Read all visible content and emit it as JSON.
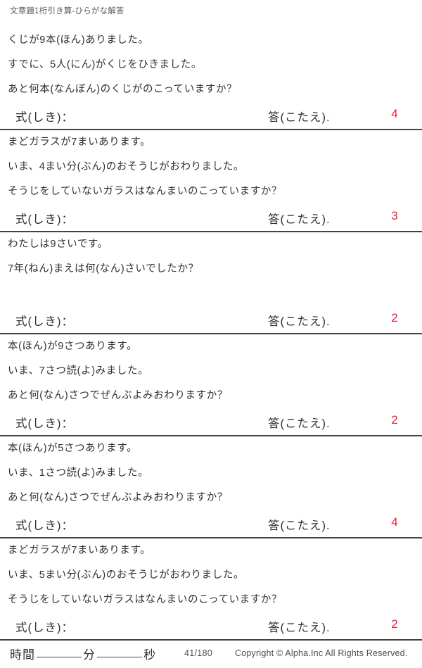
{
  "document": {
    "title": "文章題1桁引き算-ひらがな解答"
  },
  "labels": {
    "shiki": "式(しき)：",
    "kotae": "答(こたえ)."
  },
  "problems": [
    {
      "lines": [
        "くじが9本(ほん)ありました。",
        "すでに、5人(にん)がくじをひきました。",
        "あと何本(なんぼん)のくじがのこっていますか？"
      ],
      "answer": "4"
    },
    {
      "lines": [
        "まどガラスが7まいあります。",
        "いま、4まい分(ぶん)のおそうじがおわりました。",
        "そうじをしていないガラスはなんまいのこっていますか？"
      ],
      "answer": "3"
    },
    {
      "lines": [
        "わたしは9さいです。",
        "7年(ねん)まえは何(なん)さいでしたか？",
        ""
      ],
      "answer": "2"
    },
    {
      "lines": [
        "本(ほん)が9さつあります。",
        "いま、7さつ読(よ)みました。",
        "あと何(なん)さつでぜんぶよみおわりますか？"
      ],
      "answer": "2"
    },
    {
      "lines": [
        "本(ほん)が5さつあります。",
        "いま、1さつ読(よ)みました。",
        "あと何(なん)さつでぜんぶよみおわりますか？"
      ],
      "answer": "4"
    },
    {
      "lines": [
        "まどガラスが7まいあります。",
        "いま、5まい分(ぶん)のおそうじがおわりました。",
        "そうじをしていないガラスはなんまいのこっていますか？"
      ],
      "answer": "2"
    }
  ],
  "footer": {
    "time_label": "時間",
    "minutes_label": "分",
    "seconds_label": "秒",
    "page_number": "41/180",
    "copyright": "Copyright ©  Alpha.Inc All Rights Reserved."
  },
  "colors": {
    "answer_red": "#e8243c",
    "text": "#332f2e",
    "rule": "#4a4240"
  }
}
